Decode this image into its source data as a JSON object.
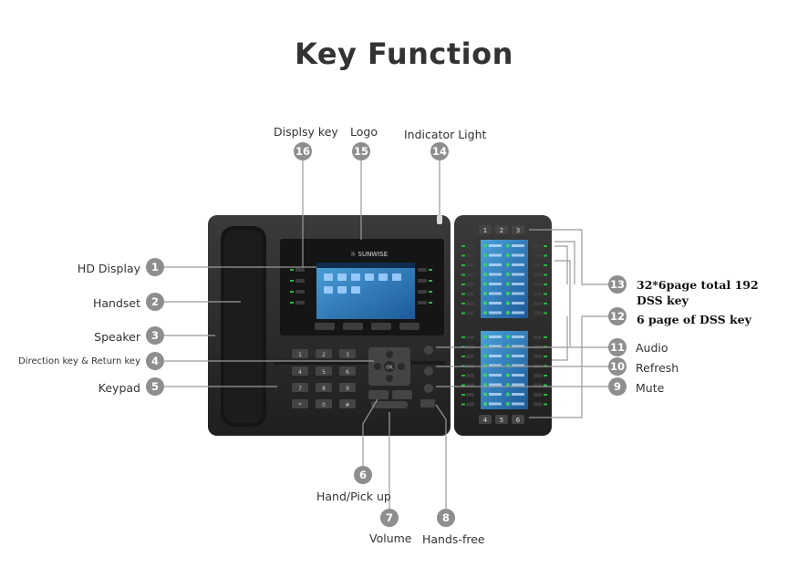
{
  "title": "Key Function",
  "top_labels": [
    {
      "num": "16",
      "text": "Displsy key"
    },
    {
      "num": "15",
      "text": "Logo"
    },
    {
      "num": "14",
      "text": "Indicator Light"
    }
  ],
  "left_labels": [
    {
      "num": "1",
      "text": "HD Display"
    },
    {
      "num": "2",
      "text": "Handset"
    },
    {
      "num": "3",
      "text": "Speaker"
    },
    {
      "num": "4",
      "text": "Direction key & Return key"
    },
    {
      "num": "5",
      "text": "Keypad"
    }
  ],
  "right_labels": [
    {
      "num": "13",
      "text": "32*6page total 192\nDSS key"
    },
    {
      "num": "12",
      "text": "6 page of DSS key"
    },
    {
      "num": "11",
      "text": "Audio"
    },
    {
      "num": "10",
      "text": "Refresh"
    },
    {
      "num": "9",
      "text": "Mute"
    }
  ],
  "bottom_labels": [
    {
      "num": "6",
      "text": "Hand/Pick up"
    },
    {
      "num": "7",
      "text": "Volume"
    },
    {
      "num": "8",
      "text": "Hands-free"
    }
  ],
  "phone": {
    "brand": "SUNWISE",
    "page_keys_top": [
      "1",
      "2",
      "3"
    ],
    "page_keys_bottom": [
      "4",
      "5",
      "6"
    ],
    "keypad": [
      "1",
      "2",
      "3",
      "4",
      "5",
      "6",
      "7",
      "8",
      "9",
      "*",
      "0",
      "#"
    ],
    "nav_ok": "OK"
  },
  "colors": {
    "badge": "#8e8e8e",
    "phone_body": "#2d2d2d",
    "screen": "#2a6fb0",
    "leader": "#9a9a9a"
  }
}
